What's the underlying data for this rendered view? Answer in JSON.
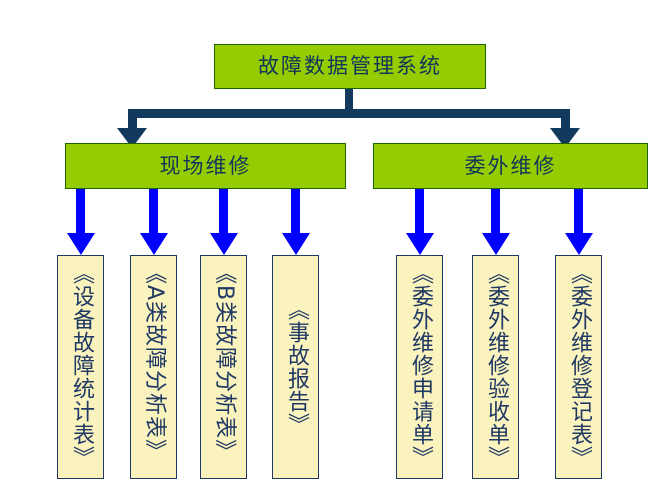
{
  "diagram": {
    "title_node": {
      "label": "故障数据管理系统"
    },
    "level2": [
      {
        "id": "onsite",
        "label": "现场维修"
      },
      {
        "id": "outsourced",
        "label": "委外维修"
      }
    ],
    "documents": [
      {
        "id": "equipment-fault-statistics",
        "label": "《设备故障统计表》",
        "parent": "onsite",
        "align": "top"
      },
      {
        "id": "class-a-fault-analysis",
        "label": "《A类故障分析表》",
        "parent": "onsite",
        "align": "top"
      },
      {
        "id": "class-b-fault-analysis",
        "label": "《B类故障分析表》",
        "parent": "onsite",
        "align": "top"
      },
      {
        "id": "accident-report",
        "label": "《事故报告》",
        "parent": "onsite",
        "align": "middle"
      },
      {
        "id": "outsourced-repair-request",
        "label": "《委外维修申请单》",
        "parent": "outsourced",
        "align": "top"
      },
      {
        "id": "outsourced-repair-acceptance",
        "label": "《委外维修验收单》",
        "parent": "outsourced",
        "align": "top"
      },
      {
        "id": "outsourced-repair-register",
        "label": "《委外维修登记表》",
        "parent": "outsourced",
        "align": "top"
      }
    ],
    "colors": {
      "node_fill": "#94CC00",
      "node_border": "#1F6600",
      "node_text": "#12355B",
      "document_fill": "#FAF3BE",
      "document_border": "#1F3864",
      "document_text": "#1F3864",
      "bus_connector": "#123A5E",
      "arrow": "#0000FF",
      "background": "#FFFFFF"
    }
  }
}
